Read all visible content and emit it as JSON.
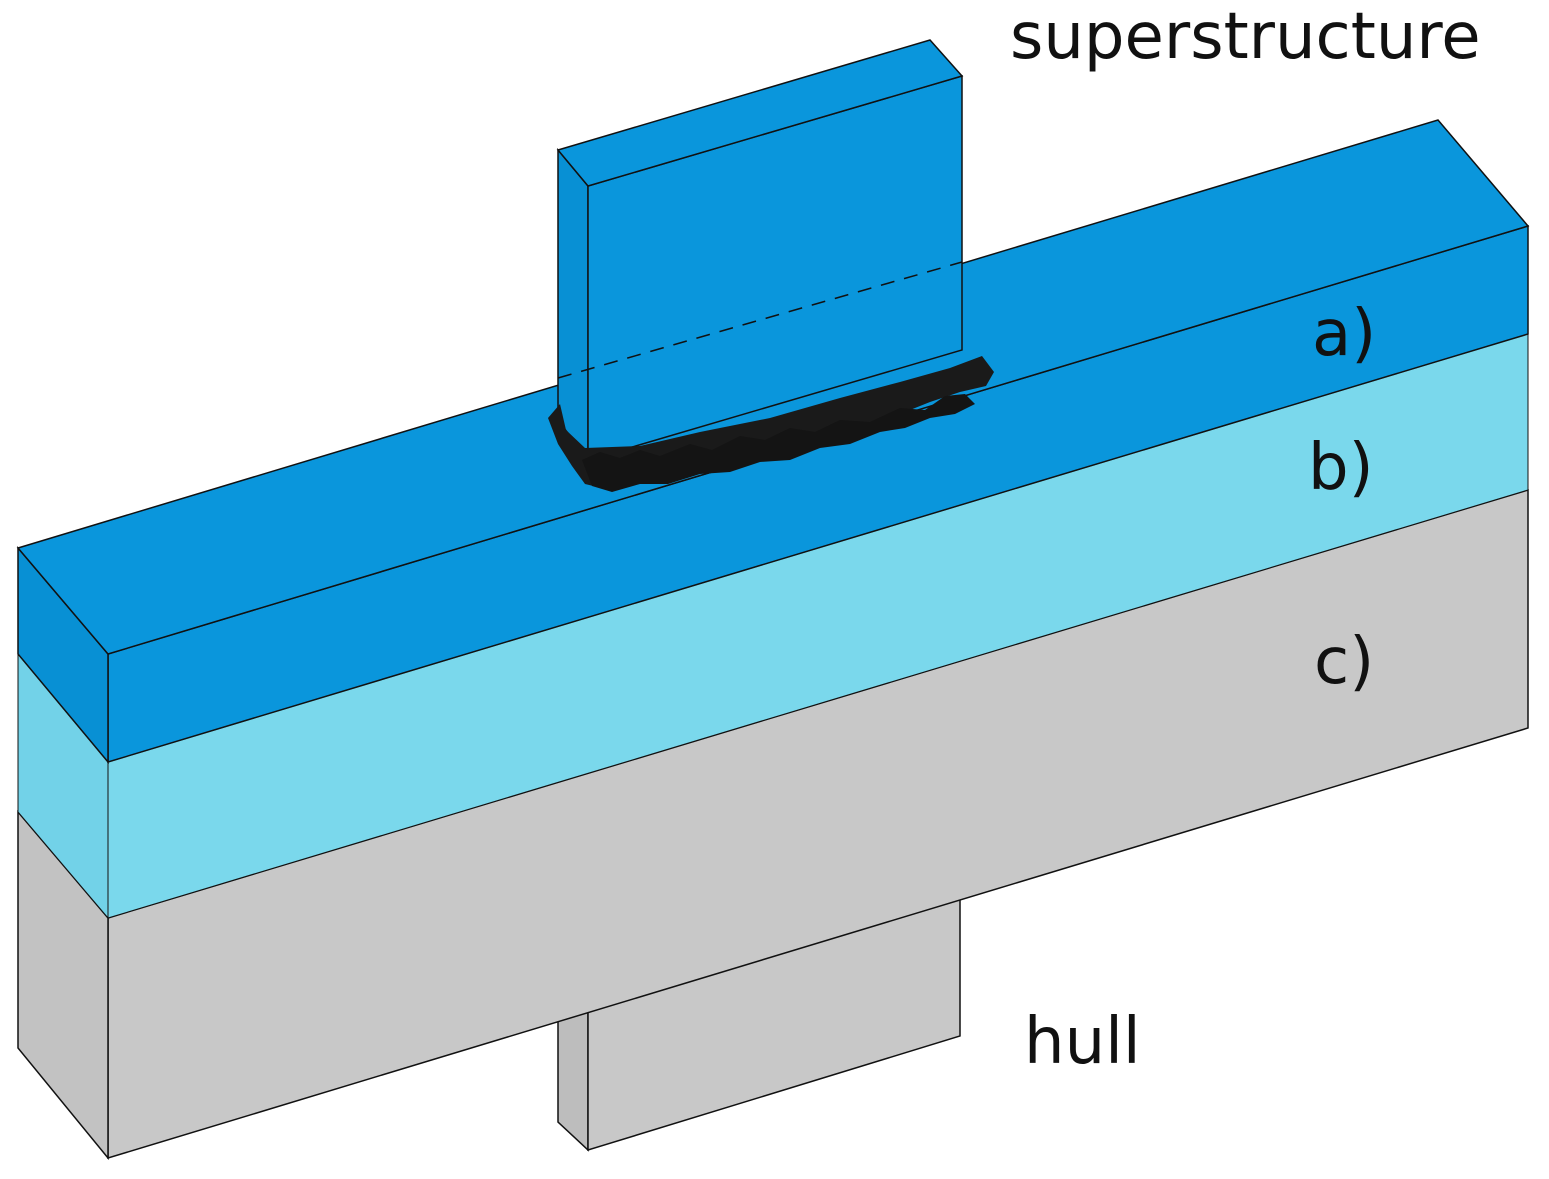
{
  "labels": {
    "superstructure": "superstructure",
    "layer_a": "a)",
    "layer_b": "b)",
    "layer_c": "c)",
    "hull": "hull"
  },
  "colors": {
    "deck_blue": "#0a96dc",
    "deck_blue_side": "#0890d4",
    "layer_b_light_blue": "#7ad8ec",
    "layer_b_side": "#72d2e8",
    "hull_gray": "#c8c8c8",
    "hull_gray_side": "#c2c2c2",
    "weld_black": "#1a1a1a",
    "outline": "#111111"
  }
}
